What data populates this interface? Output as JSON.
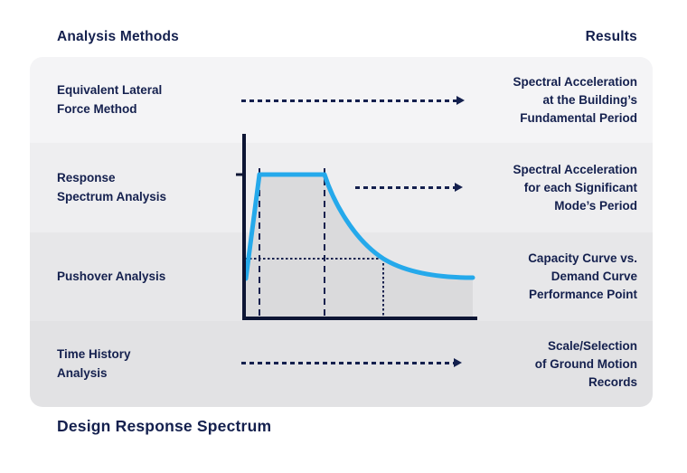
{
  "headers": {
    "analysis_methods": "Analysis Methods",
    "results": "Results"
  },
  "rows": [
    {
      "method": "Equivalent Lateral\nForce Method",
      "result": "Spectral Acceleration\nat the Building’s\nFundamental Period"
    },
    {
      "method": "Response\nSpectrum Analysis",
      "result": "Spectral Acceleration\nfor each Significant\nMode’s Period"
    },
    {
      "method": "Pushover Analysis",
      "result": "Capacity Curve vs.\nDemand Curve\nPerformance Point"
    },
    {
      "method": "Time History\nAnalysis",
      "result": "Scale/Selection\nof Ground Motion\nRecords"
    }
  ],
  "caption": "Design Response Spectrum",
  "chart": {
    "title": "Design Response Spectrum",
    "type": "concept-curve",
    "description": "Spectral acceleration vs period: steep rise to a flat plateau between two dashed period markers, then hyperbolic decay; dotted guides mark one point on the decaying branch; no numeric axis labels shown",
    "curve_color": "#25A9EB",
    "axis_color": "#0D1534",
    "guide_color": "#17214E",
    "area_fill_color": "#DADADC"
  },
  "colors": {
    "text_navy": "#14204E",
    "row_bands": [
      "#F4F4F6",
      "#EEEEF0",
      "#E7E7E9",
      "#E2E2E4"
    ],
    "background": "#FFFFFF"
  }
}
